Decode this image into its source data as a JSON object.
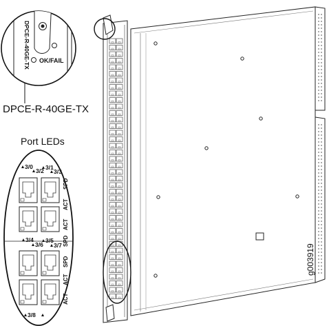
{
  "labels": {
    "model_caption": "DPCE-R-40GE-TX",
    "model_vertical": "DPCE-R-40GE-TX",
    "status_led": "OK/FAIL",
    "port_leds_caption": "Port LEDs",
    "figure_id": "g003919"
  },
  "port_led_labels": {
    "top_row": [
      "3/0",
      "3/2",
      "3/1",
      "3/3"
    ],
    "middle_row": [
      "3/4",
      "3/6",
      "3/5",
      "3/7"
    ],
    "bottom_row": [
      "3/8"
    ],
    "side_labels": [
      "SPD",
      "ACT",
      "ACT",
      "SPD",
      "SPD",
      "ACT",
      "ACT"
    ]
  },
  "icons": {
    "ejector": "ejector-handle-icon",
    "led": "led-indicator-icon",
    "port": "rj45-port-icon"
  },
  "colors": {
    "line": "#222222",
    "background": "#ffffff"
  }
}
